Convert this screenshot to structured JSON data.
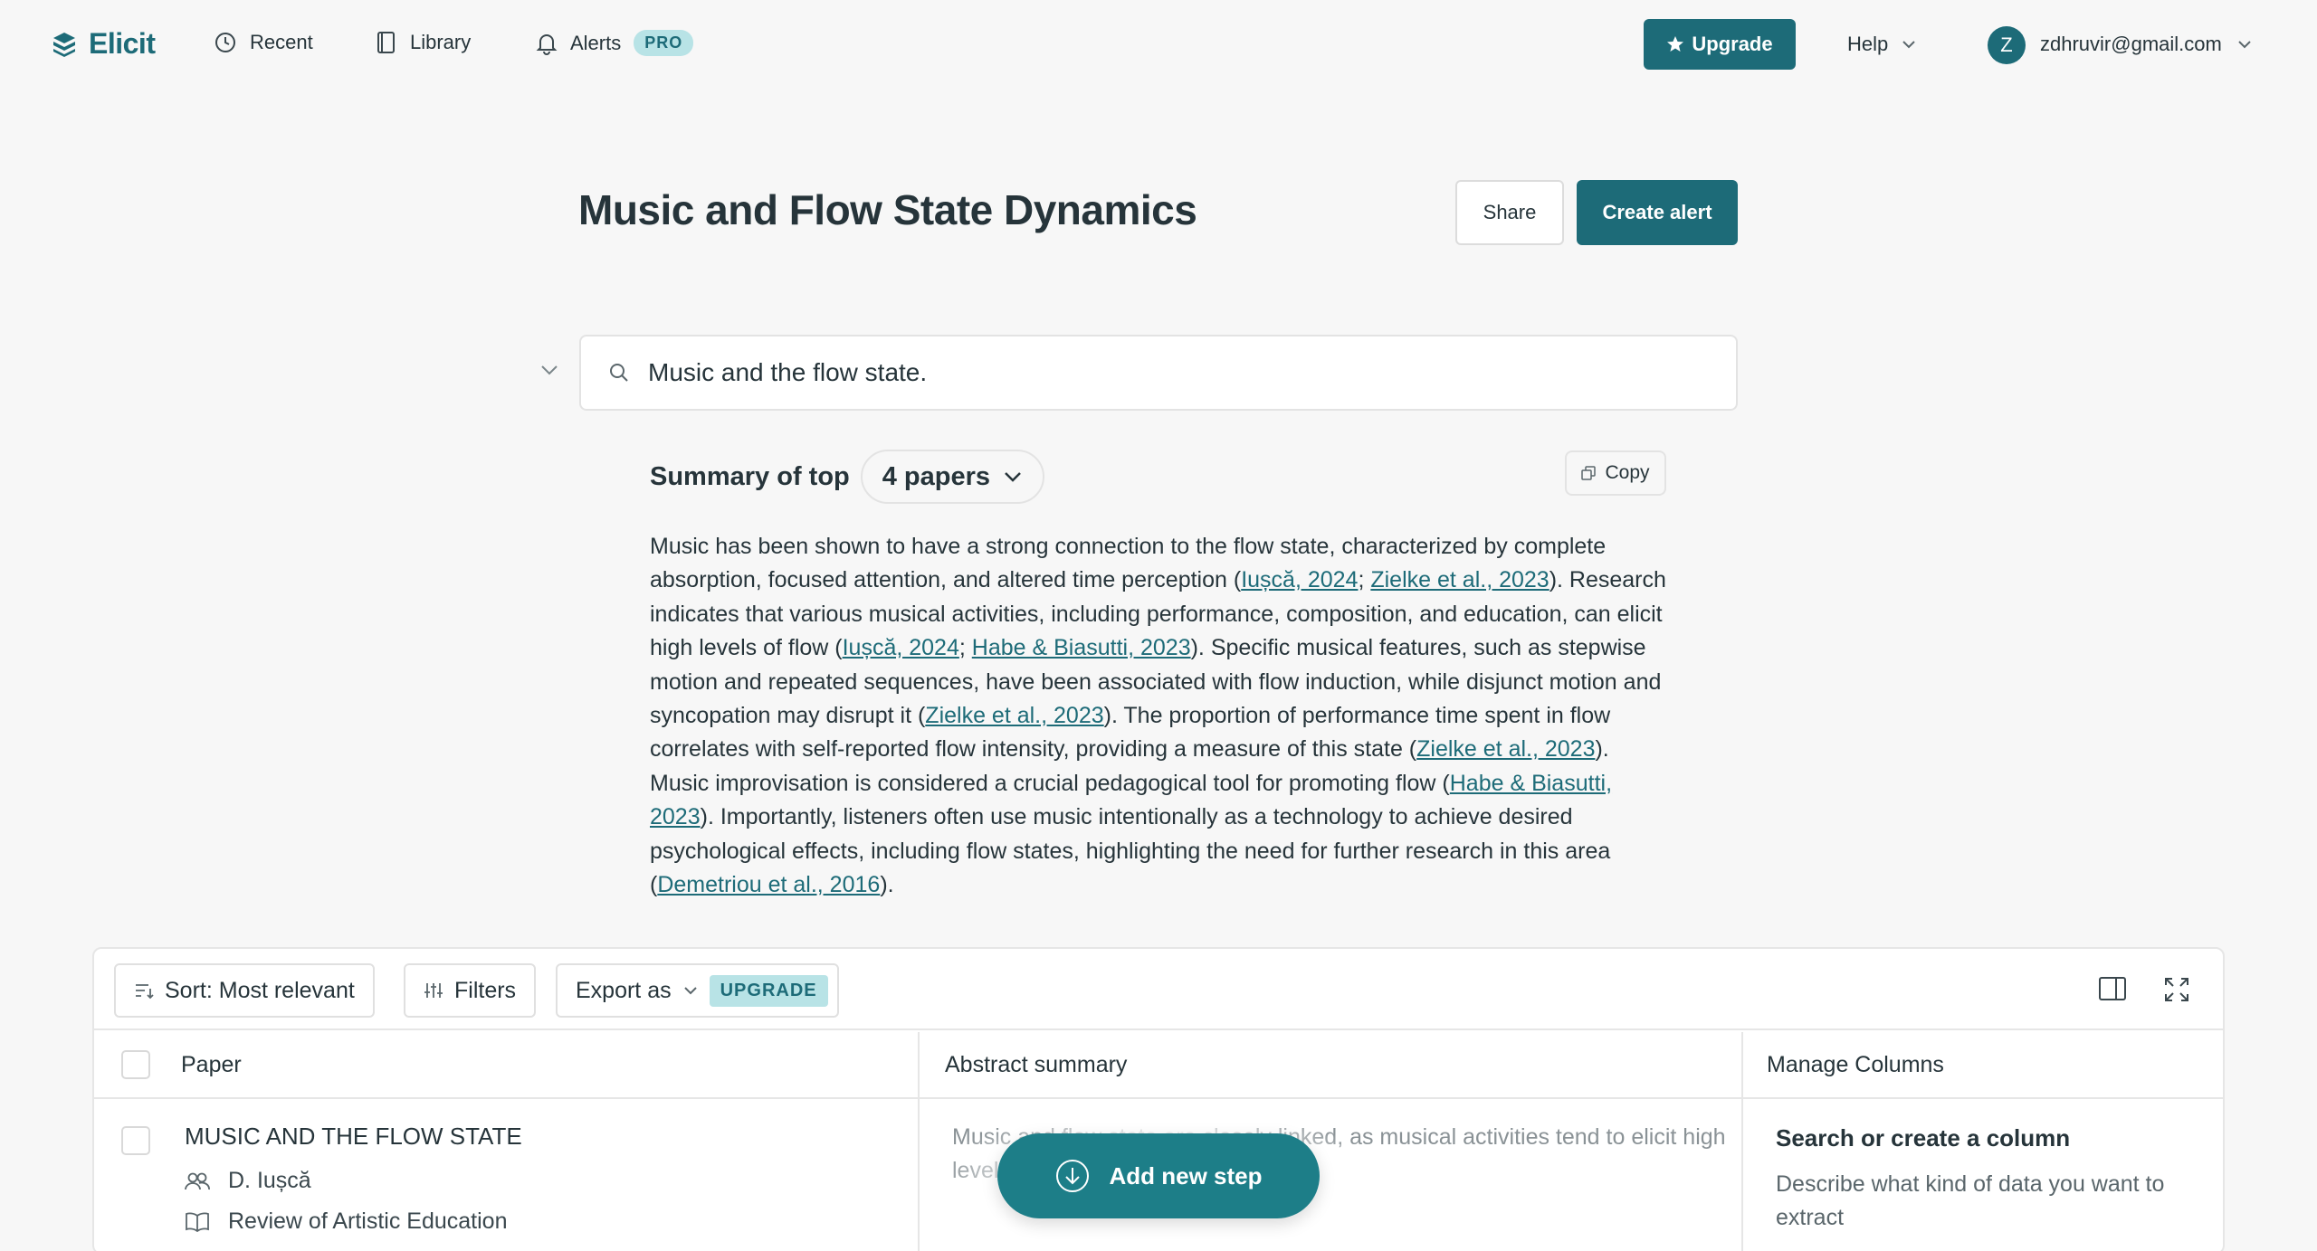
{
  "app": {
    "name": "Elicit"
  },
  "nav": {
    "recent": "Recent",
    "library": "Library",
    "alerts": "Alerts",
    "pro_badge": "PRO",
    "upgrade": "Upgrade",
    "help": "Help",
    "avatar_initial": "Z",
    "email": "zdhruvir@gmail.com"
  },
  "page": {
    "title": "Music and Flow State Dynamics",
    "share": "Share",
    "create_alert": "Create alert"
  },
  "search": {
    "query": "Music and the flow state."
  },
  "summary": {
    "label": "Summary of top",
    "papers_count": "4 papers",
    "copy": "Copy",
    "segments": [
      {
        "t": "Music has been shown to have a strong connection to the flow state, characterized by complete absorption, focused attention, and altered time perception ("
      },
      {
        "t": "Iușcă, 2024",
        "link": true
      },
      {
        "t": "; "
      },
      {
        "t": "Zielke et al., 2023",
        "link": true
      },
      {
        "t": "). Research indicates that various musical activities, including performance, composition, and education, can elicit high levels of flow ("
      },
      {
        "t": "Iușcă, 2024",
        "link": true
      },
      {
        "t": "; "
      },
      {
        "t": "Habe & Biasutti, 2023",
        "link": true
      },
      {
        "t": "). Specific musical features, such as stepwise motion and repeated sequences, have been associated with flow induction, while disjunct motion and syncopation may disrupt it ("
      },
      {
        "t": "Zielke et al., 2023",
        "link": true
      },
      {
        "t": "). The proportion of performance time spent in flow correlates with self-reported flow intensity, providing a measure of this state ("
      },
      {
        "t": "Zielke et al., 2023",
        "link": true
      },
      {
        "t": "). Music improvisation is considered a crucial pedagogical tool for promoting flow ("
      },
      {
        "t": "Habe & Biasutti, 2023",
        "link": true
      },
      {
        "t": "). Importantly, listeners often use music intentionally as a technology to achieve desired psychological effects, including flow states, highlighting the need for further research in this area ("
      },
      {
        "t": "Demetriou et al., 2016",
        "link": true
      },
      {
        "t": ")."
      }
    ]
  },
  "table": {
    "sort": "Sort: Most relevant",
    "filters": "Filters",
    "export": "Export as",
    "upgrade_tag": "UPGRADE",
    "columns": {
      "paper": "Paper",
      "abstract": "Abstract summary",
      "manage": "Manage Columns"
    },
    "rows": [
      {
        "title": "MUSIC AND THE FLOW STATE",
        "author": "D. Iușcă",
        "venue": "Review of Artistic Education",
        "abstract": "Music and flow state are closely linked, as musical activities tend to elicit high levels of flow."
      }
    ],
    "manage_panel": {
      "title": "Search or create a column",
      "desc": "Describe what kind of data you want to extract"
    }
  },
  "add_step": "Add new step"
}
